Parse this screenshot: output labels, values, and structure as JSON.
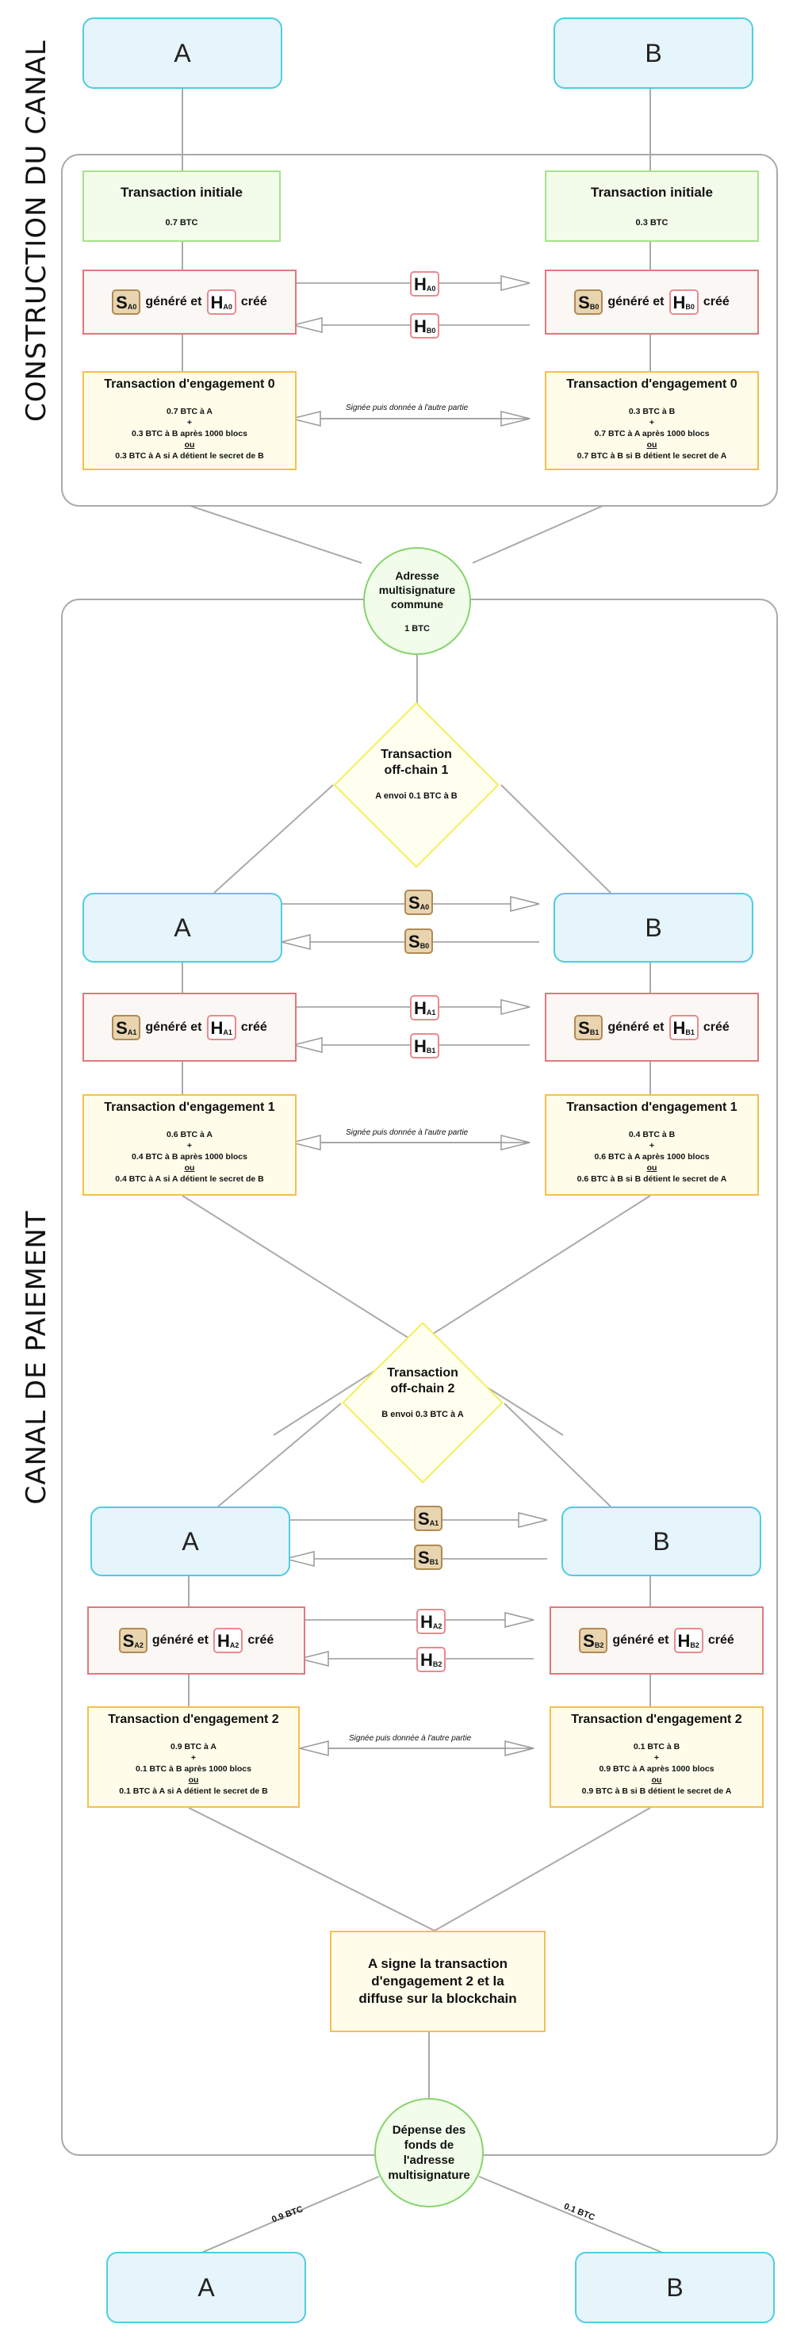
{
  "sections": {
    "construction": "CONSTRUCTION DU CANAL",
    "payment": "CANAL DE PAIEMENT"
  },
  "parties": {
    "a": "A",
    "b": "B"
  },
  "common": {
    "generated": "généré et",
    "created": "créé",
    "signed_exchange": "Signée puis donnée à l'autre partie",
    "plus": "+",
    "or": "ou"
  },
  "initial": {
    "a": {
      "title": "Transaction initiale",
      "amount": "0.7 BTC"
    },
    "b": {
      "title": "Transaction initiale",
      "amount": "0.3 BTC"
    }
  },
  "keys": {
    "S": "S",
    "H": "H",
    "A0": "A0",
    "B0": "B0",
    "A1": "A1",
    "B1": "B1",
    "A2": "A2",
    "B2": "B2"
  },
  "engagements": [
    {
      "a": {
        "title": "Transaction d'engagement 0",
        "line1": "0.7 BTC à A",
        "line2": "0.3 BTC à B après 1000 blocs",
        "line3": "0.3 BTC à A si A détient le secret de B"
      },
      "b": {
        "title": "Transaction d'engagement 0",
        "line1": "0.3 BTC à B",
        "line2": "0.7 BTC à A après 1000 blocs",
        "line3": "0.7 BTC à B si B détient le secret de A"
      }
    },
    {
      "a": {
        "title": "Transaction d'engagement 1",
        "line1": "0.6 BTC à A",
        "line2": "0.4 BTC à B après 1000 blocs",
        "line3": "0.4 BTC à A si A détient le secret de B"
      },
      "b": {
        "title": "Transaction d'engagement 1",
        "line1": "0.4 BTC à B",
        "line2": "0.6 BTC à A après 1000 blocs",
        "line3": "0.6 BTC à B si B détient le secret de A"
      }
    },
    {
      "a": {
        "title": "Transaction d'engagement 2",
        "line1": "0.9 BTC à A",
        "line2": "0.1 BTC à B après 1000 blocs",
        "line3": "0.1 BTC à A si A détient le secret de B"
      },
      "b": {
        "title": "Transaction d'engagement 2",
        "line1": "0.1 BTC à B",
        "line2": "0.9 BTC à A après 1000 blocs",
        "line3": "0.9 BTC à B si B détient le secret de A"
      }
    }
  ],
  "multisig": {
    "title": "Adresse multisignature commune",
    "amount": "1 BTC"
  },
  "offchain": [
    {
      "title": "Transaction off-chain 1",
      "desc": "A envoi 0.1 BTC à B"
    },
    {
      "title": "Transaction off-chain 2",
      "desc": "B envoi 0.3 BTC à A"
    }
  ],
  "final_tx": "A signe la transaction d'engagement 2 et la diffuse sur la blockchain",
  "spend": {
    "title": "Dépense des fonds de l'adresse multisignature",
    "to_a": "0.9 BTC",
    "to_b": "0.1 BTC"
  }
}
